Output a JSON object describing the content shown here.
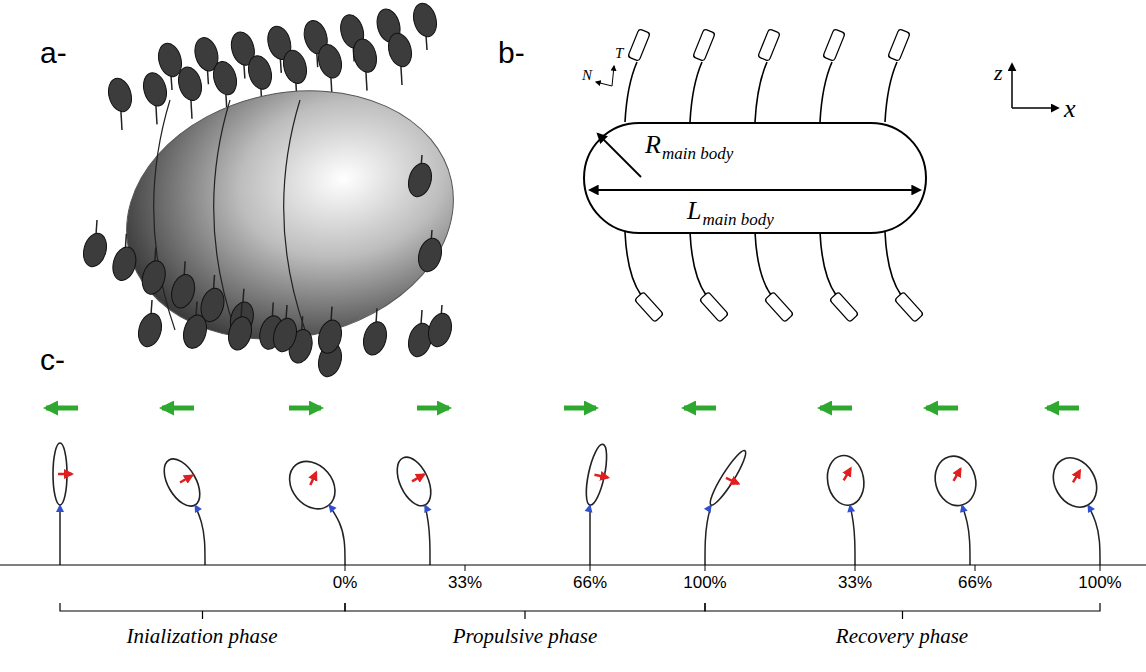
{
  "diagram": {
    "nodes": [
      {
        "text": [
          "R",
          "main body",
          "L",
          "main body"
        ]
      }
    ],
    "labels": [
      "a-",
      "b-",
      "c-",
      "T",
      "N",
      "z",
      "x",
      "0%",
      "33%",
      "66%",
      "100%",
      "33%",
      "66%",
      "100%",
      "Inialization phase",
      "Propulsive phase",
      "Recovery phase"
    ]
  }
}
